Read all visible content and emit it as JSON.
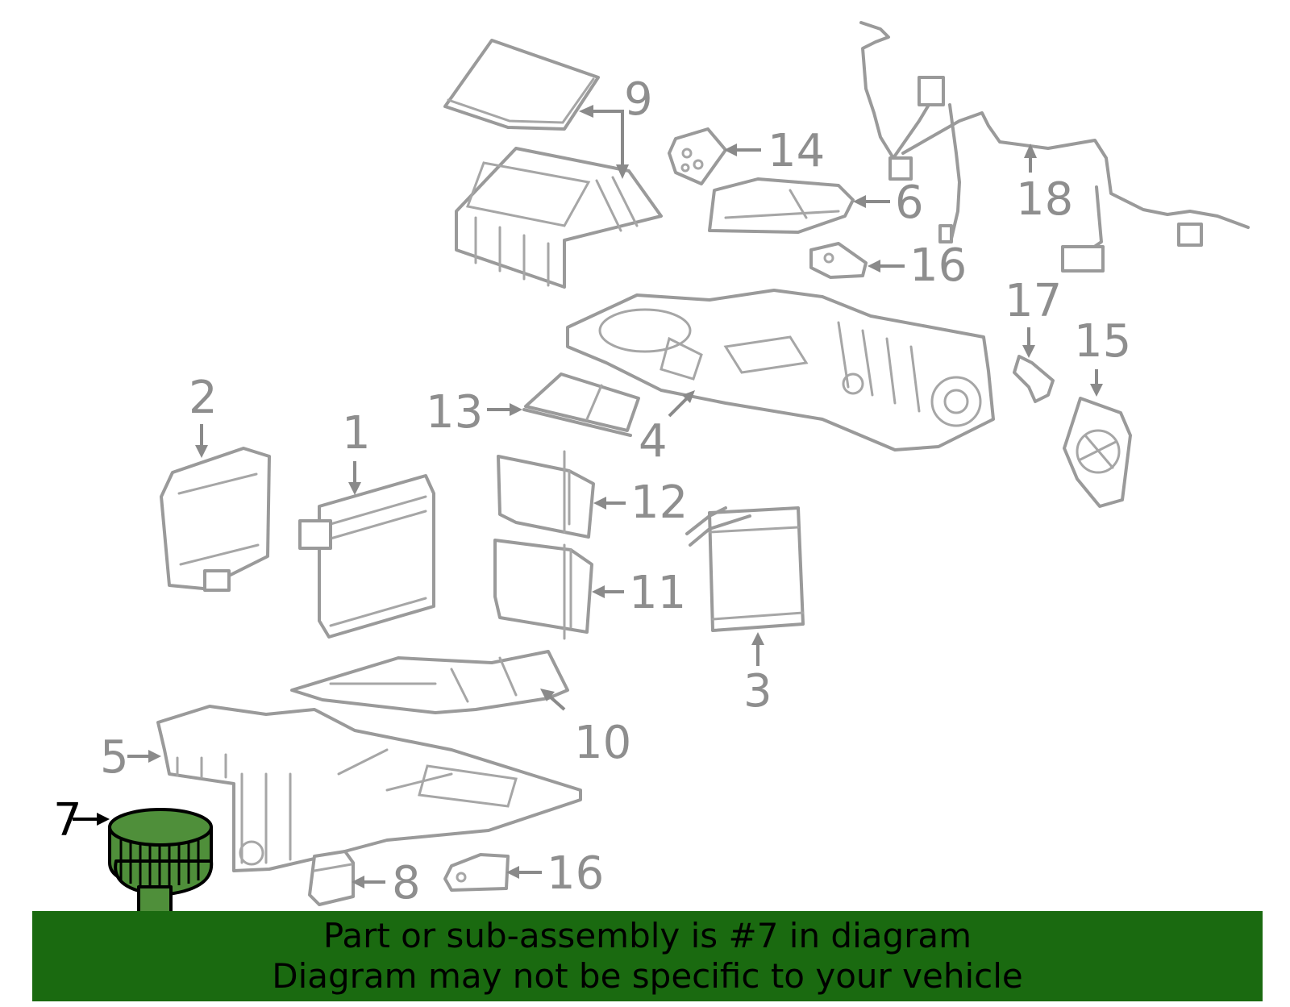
{
  "callouts": {
    "c1": "1",
    "c2": "2",
    "c3": "3",
    "c4": "4",
    "c5": "5",
    "c6": "6",
    "c7": "7",
    "c8": "8",
    "c9": "9",
    "c10": "10",
    "c11": "11",
    "c12": "12",
    "c13": "13",
    "c14": "14",
    "c15": "15",
    "c16a": "16",
    "c16b": "16",
    "c17": "17",
    "c18": "18"
  },
  "highlighted_part": "7",
  "notice": {
    "line1": "Part or sub-assembly is #7 in diagram",
    "line2": "Diagram may not be specific to your vehicle"
  },
  "colors": {
    "banner": "#1a6a10",
    "highlight_fill": "#4f8f3a",
    "part_stroke": "#9a9a9a",
    "callout_text": "#8e8e8e",
    "highlight_text": "#000000"
  }
}
